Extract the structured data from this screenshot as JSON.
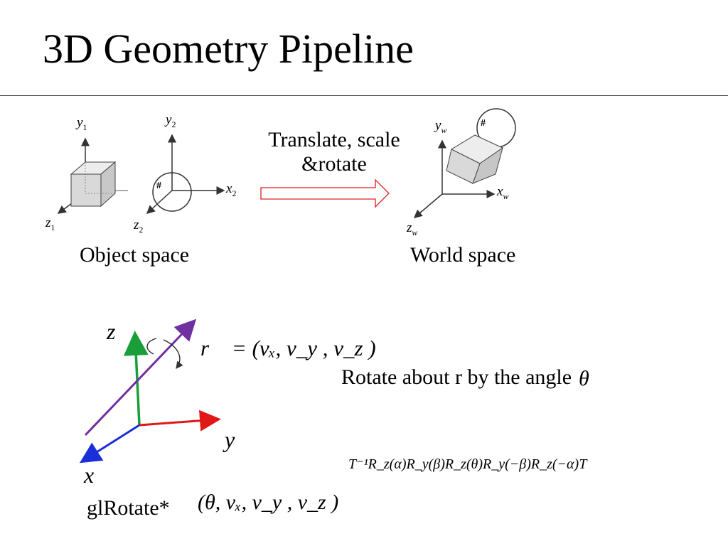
{
  "slide": {
    "title": "3D Geometry Pipeline",
    "transform_label_line1": "Translate, scale",
    "transform_label_line2": "&rotate",
    "object_space_label": "Object space",
    "world_space_label": "World space",
    "object_axes": {
      "cube": {
        "y": "y",
        "y_sub": "1",
        "z": "z",
        "z_sub": "1"
      },
      "sphere": {
        "y": "y",
        "y_sub": "2",
        "x": "x",
        "x_sub": "2",
        "z": "z",
        "z_sub": "2"
      }
    },
    "world_axes": {
      "y": "y",
      "y_sub": "w",
      "x": "x",
      "x_sub": "w",
      "z": "z",
      "z_sub": "w"
    },
    "sphere_mark": "#",
    "rotation_axes": {
      "z": "z",
      "y": "y",
      "x": "x"
    },
    "r_vector_equation": "r⃗ = (vₓ, v_y , v_z )",
    "rotate_description": "Rotate about r by the angle",
    "theta": "θ",
    "composite_transform": "T⁻¹R_z(α)R_y(β)R_z(θ)R_y(−β)R_z(−α)T",
    "gl_call_name": "glRotate*",
    "gl_call_args": "(θ, vₓ, v_y , v_z )"
  },
  "colors": {
    "axis_z": "#1a9e3a",
    "axis_y": "#e01818",
    "axis_x": "#1a2fd8",
    "rotation_vector": "#7030a0",
    "arrow_outline": "#e02020",
    "cube_fill": "#d9d9d9"
  }
}
